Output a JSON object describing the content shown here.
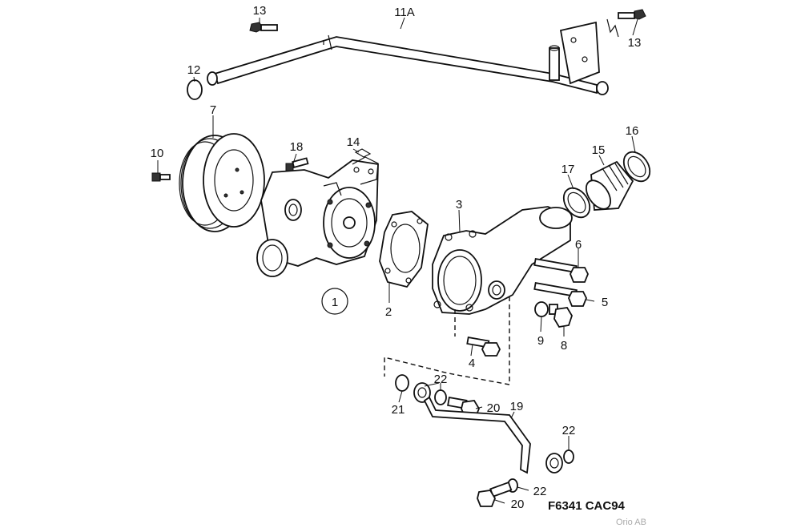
{
  "callouts": {
    "p1": "1",
    "p2": "2",
    "p3": "3",
    "p4": "4",
    "p5": "5",
    "p6": "6",
    "p7": "7",
    "p8": "8",
    "p9": "9",
    "p10": "10",
    "p11a": "11A",
    "p12": "12",
    "p13a": "13",
    "p13b": "13",
    "p14": "14",
    "p15": "15",
    "p16": "16",
    "p17": "17",
    "p18": "18",
    "p19": "19",
    "p20a": "20",
    "p20b": "20",
    "p21": "21",
    "p22a": "22",
    "p22b": "22",
    "p22c": "22"
  },
  "figure_code": "F6341 CAC94",
  "credit": "Orio AB"
}
